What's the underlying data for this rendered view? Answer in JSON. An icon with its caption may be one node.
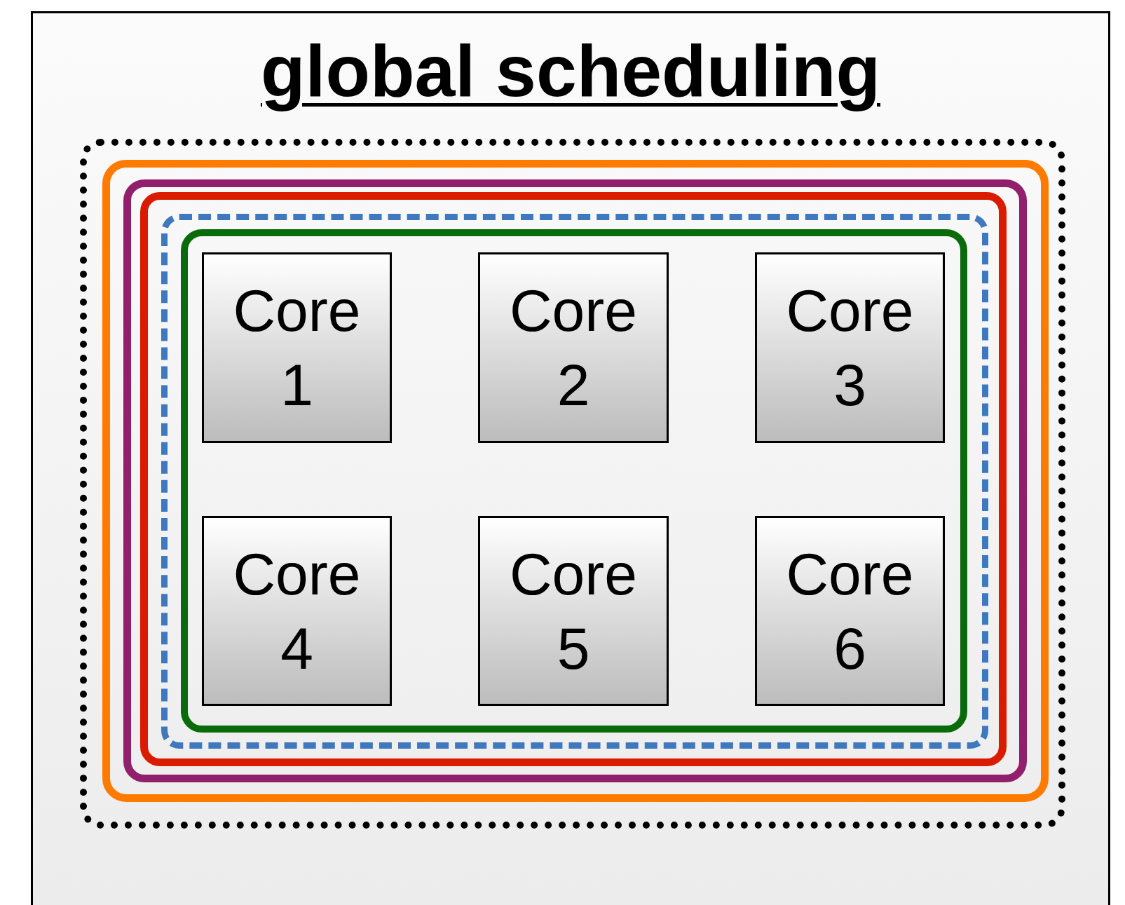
{
  "diagram": {
    "nodes": [
      {
        "text": [
          "global scheduling"
        ]
      },
      {
        "text": [],
        "shape": "box",
        "in": 0
      },
      {
        "text": [],
        "shape": "box",
        "in": 1
      },
      {
        "text": [],
        "shape": "box",
        "in": 2
      },
      {
        "text": [],
        "shape": "box",
        "in": 3
      },
      {
        "text": [],
        "shape": "box",
        "in": 4
      },
      {
        "text": [],
        "shape": "box",
        "in": 5
      },
      {
        "text": [
          "Core 1"
        ],
        "in": 6
      },
      {
        "text": [
          "Core 2"
        ],
        "in": 6
      },
      {
        "text": [
          "Core 3"
        ],
        "in": 6
      },
      {
        "text": [
          "Core 4"
        ],
        "in": 6
      },
      {
        "text": [
          "Core 5"
        ],
        "in": 6
      },
      {
        "text": [
          "Core 6"
        ],
        "in": 6
      }
    ]
  }
}
